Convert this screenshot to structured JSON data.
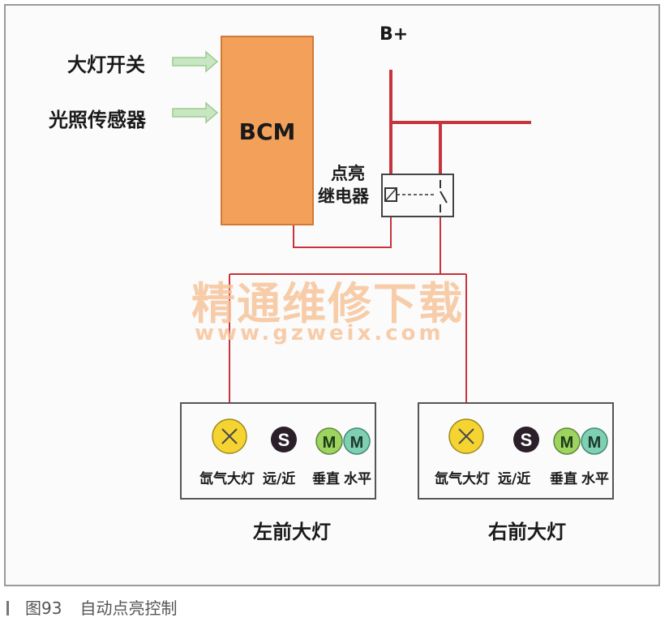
{
  "inputs": {
    "headlight_switch": "大灯开关",
    "light_sensor": "光照传感器"
  },
  "bcm": {
    "label": "BCM"
  },
  "power": {
    "label": "B+"
  },
  "relay": {
    "line1": "点亮",
    "line2": "继电器"
  },
  "left_lamp": {
    "title": "左前大灯",
    "xenon": "氙气大灯",
    "high_low": "远/近",
    "vertical": "垂直",
    "horizontal": "水平",
    "s_symbol": "S",
    "m1_symbol": "M",
    "m2_symbol": "M"
  },
  "right_lamp": {
    "title": "右前大灯",
    "xenon": "氙气大灯",
    "high_low": "远/近",
    "vertical": "垂直",
    "horizontal": "水平",
    "s_symbol": "S",
    "m1_symbol": "M",
    "m2_symbol": "M"
  },
  "watermark": {
    "main": "精通维修下载",
    "url": "www.gzweix.com"
  },
  "caption": {
    "figure_num": "图93",
    "text": "自动点亮控制"
  },
  "colors": {
    "bcm_fill": "#f2a05a",
    "wire_red": "#c8343c",
    "arrow_green": "#b9dcb1",
    "lamp_yellow": "#f5d431",
    "motor_green1": "#9ed35f",
    "motor_green2": "#7fcfb3",
    "s_circle": "#2b1f2a",
    "watermark": "#f7c49b"
  },
  "icons": [
    "arrow-right-icon",
    "relay-coil-icon",
    "switch-icon",
    "xenon-lamp-icon",
    "solenoid-icon",
    "motor-icon"
  ]
}
